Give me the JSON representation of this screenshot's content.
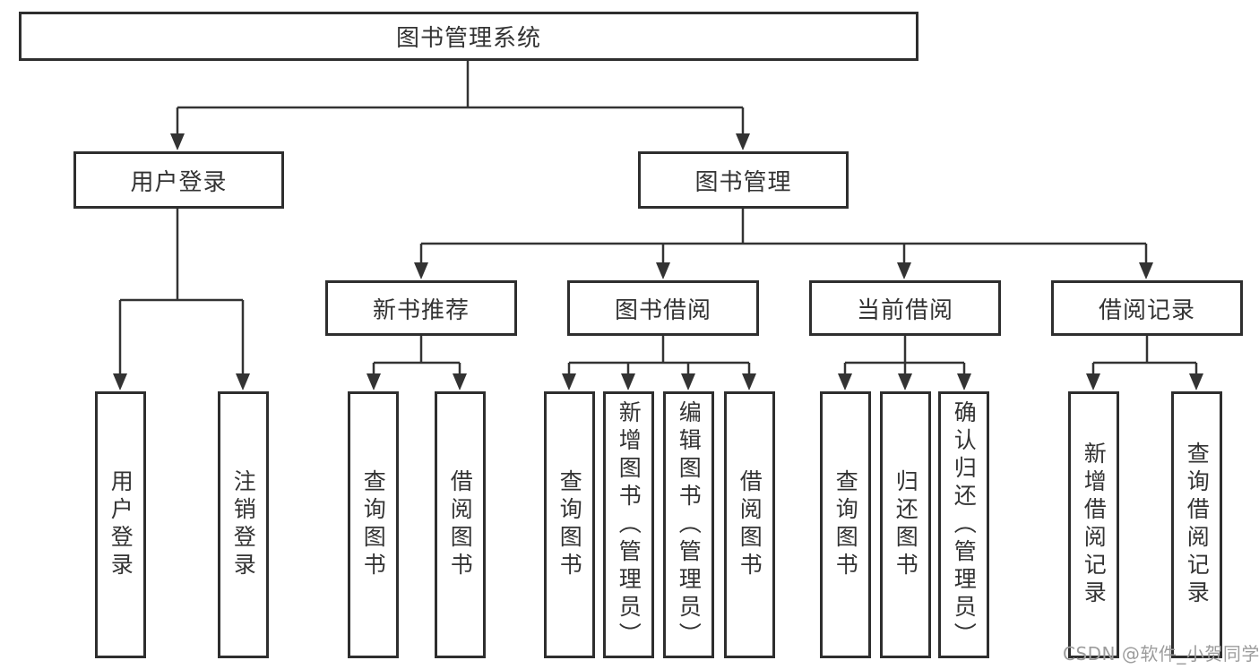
{
  "diagram": {
    "title": "图书管理系统",
    "colors": {
      "line": "#333333",
      "box_border": "#2e2e2e",
      "text": "#333333",
      "watermark": "#9c9c9c",
      "background": "#ffffff"
    },
    "root": {
      "label": "图书管理系统"
    },
    "level2": [
      {
        "label": "用户登录"
      },
      {
        "label": "图书管理"
      }
    ],
    "level3": [
      {
        "label": "新书推荐"
      },
      {
        "label": "图书借阅"
      },
      {
        "label": "当前借阅"
      },
      {
        "label": "借阅记录"
      }
    ],
    "leaves": {
      "user_login": [
        "用户登录",
        "注销登录"
      ],
      "new_book_recommendation": [
        "查询图书",
        "借阅图书"
      ],
      "book_borrowing": [
        "查询图书",
        "新增图书（管理员）",
        "编辑图书（管理员）",
        "借阅图书"
      ],
      "current_borrowing": [
        "查询图书",
        "归还图书",
        "确认归还（管理员）"
      ],
      "borrowing_records": [
        "新增借阅记录",
        "查询借阅记录"
      ]
    }
  },
  "watermark": {
    "text": "CSDN @软件_小贺同学"
  }
}
